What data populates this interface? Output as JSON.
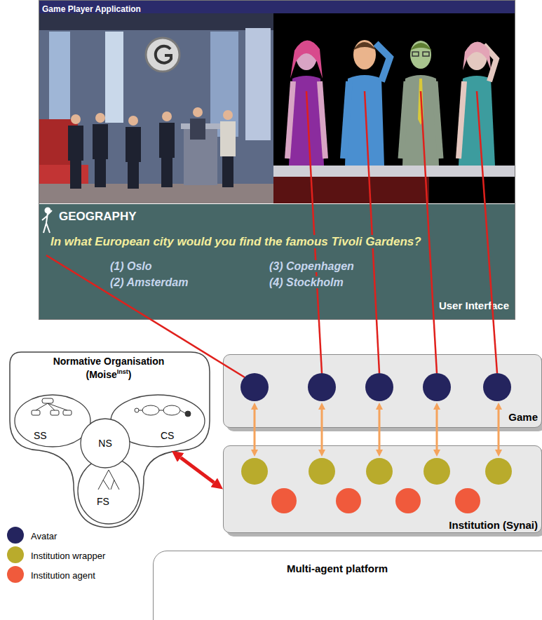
{
  "diagram": {
    "nodes": [
      {
        "text": [
          "Game Player Application"
        ]
      },
      {
        "text": [
          "GEOGRAPHY",
          "In what European city would you find the famous Tivoli Gardens?",
          "(1) Oslo",
          "(2) Amsterdam",
          "(3) Copenhagen",
          "(4) Stockholm",
          "User Interface"
        ],
        "in": 0
      },
      {
        "text": [
          "Normative Organisation",
          "(Moise",
          "Inst",
          ")"
        ]
      },
      {
        "text": [
          "SS"
        ],
        "in": 2
      },
      {
        "text": [
          "CS"
        ],
        "in": 2
      },
      {
        "text": [
          "NS"
        ],
        "in": 2
      },
      {
        "text": [
          "FS"
        ],
        "in": 2
      },
      {
        "text": [
          "Game"
        ]
      },
      {
        "text": [
          "Institution (Synai)"
        ]
      },
      {
        "text": [
          "Multi-agent platform"
        ]
      }
    ],
    "edges": [
      {
        "from": 2,
        "to": 8,
        "arrow": "both"
      }
    ],
    "legend": [
      {
        "text": "Avatar",
        "color": "#24245e"
      },
      {
        "text": "Institution wrapper",
        "color": "#b9ab2c"
      },
      {
        "text": "Institution agent",
        "color": "#f05a3c"
      }
    ]
  }
}
